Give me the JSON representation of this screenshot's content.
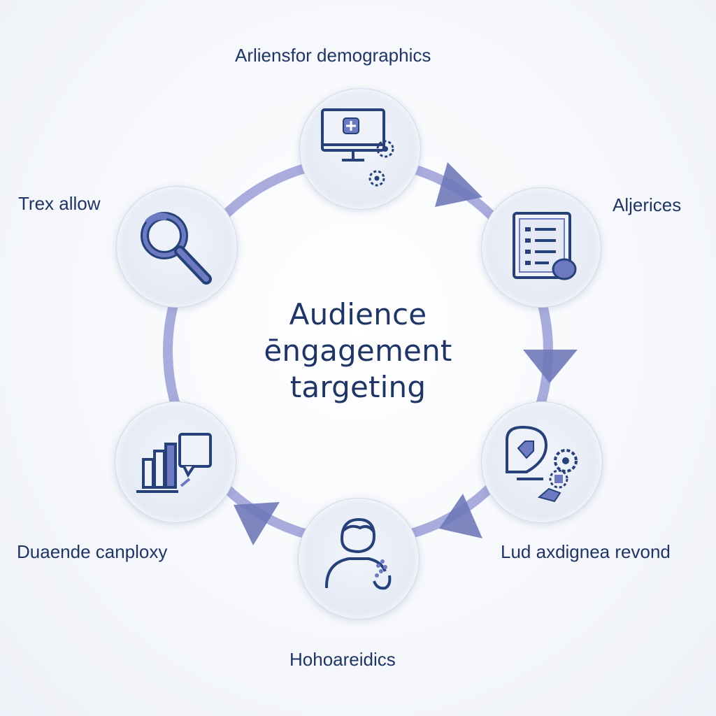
{
  "center": {
    "line1": "Audience",
    "line2": "ēngagement",
    "line3": "targeting"
  },
  "steps": [
    {
      "label": "Arliensfor demographics",
      "icon": "monitor-gears-icon"
    },
    {
      "label": "Aljerices",
      "icon": "checklist-document-icon"
    },
    {
      "label": "Lud axdignea revond",
      "icon": "location-pin-gears-icon"
    },
    {
      "label": "Hohoareidics",
      "icon": "person-hand-icon"
    },
    {
      "label": "Duaende canploxy",
      "icon": "bar-chart-chat-icon"
    },
    {
      "label": "Trex allow",
      "icon": "magnifier-icon"
    }
  ],
  "colors": {
    "ring": "#8f93cf",
    "arrow": "#6f79b8",
    "icon_stroke": "#26417a",
    "icon_fill": "#6d79c0",
    "text": "#1f3566"
  }
}
